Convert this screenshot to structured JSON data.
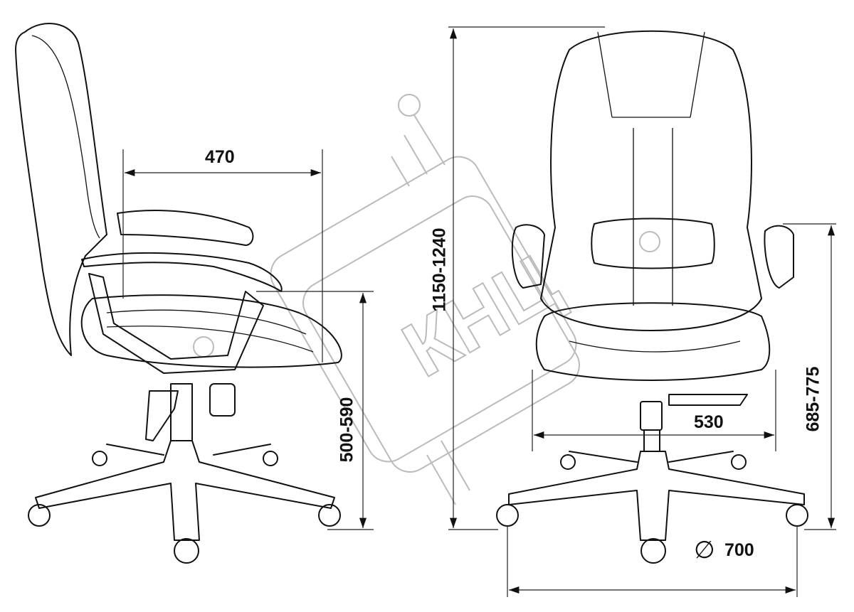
{
  "title": "Chair dimensions drawing",
  "watermark": "КНЦ",
  "dimensions": {
    "seat_depth": "470",
    "seat_height": "500-590",
    "total_height": "1150-1240",
    "armrest_height": "685-775",
    "seat_width": "530",
    "base_diameter_symbol": "∅",
    "base_diameter": "700"
  },
  "colors": {
    "line": "#111111",
    "watermark": "#bbbbbb"
  }
}
